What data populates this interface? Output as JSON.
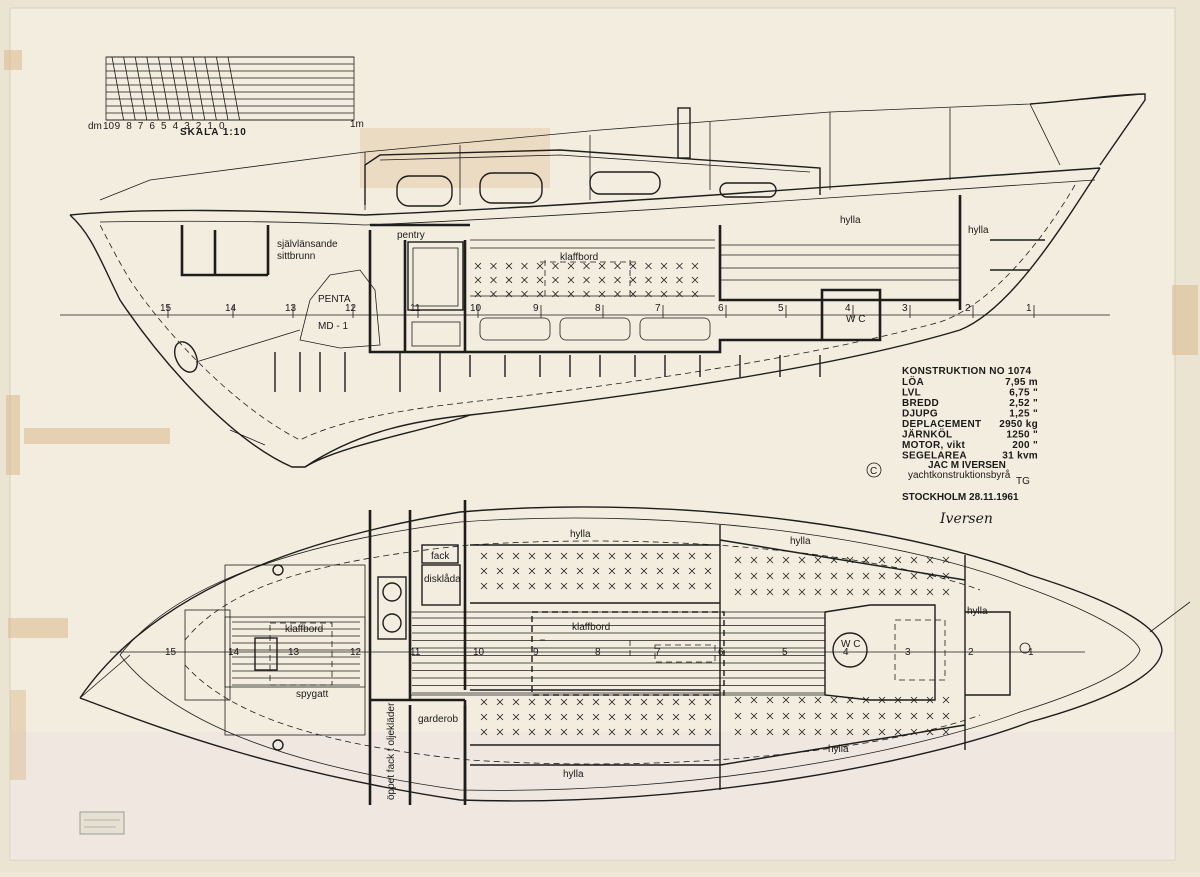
{
  "scale": {
    "ticks": [
      "dm",
      "10",
      "9",
      "8",
      "7",
      "6",
      "5",
      "4",
      "3",
      "2",
      "1",
      "0"
    ],
    "end_label": "1m",
    "title": "SKALA  1:10"
  },
  "profile": {
    "labels": {
      "cockpit": "självlänsande\nsittbrunn",
      "pentry": "pentry",
      "klaffbord": "klaffbord",
      "hylla_1": "hylla",
      "hylla_2": "hylla",
      "penta": "PENTA",
      "md1": "MD - 1",
      "wc": "W C"
    },
    "stations": [
      "15",
      "14",
      "13",
      "12",
      "11",
      "10",
      "9",
      "8",
      "7",
      "6",
      "5",
      "4",
      "3",
      "2",
      "1"
    ]
  },
  "specs": {
    "title": "KONSTRUKTION  NO  1074",
    "rows": [
      {
        "label": "LÖA",
        "value": "7,95 m"
      },
      {
        "label": "LVL",
        "value": "6,75 \""
      },
      {
        "label": "BREDD",
        "value": "2,52 \""
      },
      {
        "label": "DJUPG",
        "value": "1,25 \""
      },
      {
        "label": "DEPLACEMENT",
        "value": "2950 kg"
      },
      {
        "label": "JÄRNKÖL",
        "value": "1250 \""
      },
      {
        "label": "MOTOR, vikt",
        "value": "200 \""
      },
      {
        "label": "SEGELAREA",
        "value": "31 kvm"
      }
    ]
  },
  "designer": {
    "copyright": "C",
    "name": "JAC M IVERSEN",
    "firm": "yachtkonstruktionsbyrå",
    "initials": "TG",
    "place_date": "STOCKHOLM   28.11.1961",
    "signature": "Iversen"
  },
  "plan": {
    "labels": {
      "hylla_top_1": "hylla",
      "hylla_top_2": "hylla",
      "hylla_fwd": "hylla",
      "hylla_bot_1": "hylla",
      "hylla_bot_2": "hylla",
      "fack": "fack",
      "diskbanka": "disklåda",
      "klaffbord_aft": "klaffbord",
      "klaffbord_main": "klaffbord",
      "spygatt": "spygatt",
      "garderob": "garderob",
      "oljeklader": "öppet fack t oljekläder",
      "wc": "W C"
    },
    "stations": [
      "15",
      "14",
      "13",
      "12",
      "11",
      "10",
      "9",
      "8",
      "7",
      "6",
      "5",
      "4",
      "3",
      "2",
      "1"
    ]
  }
}
